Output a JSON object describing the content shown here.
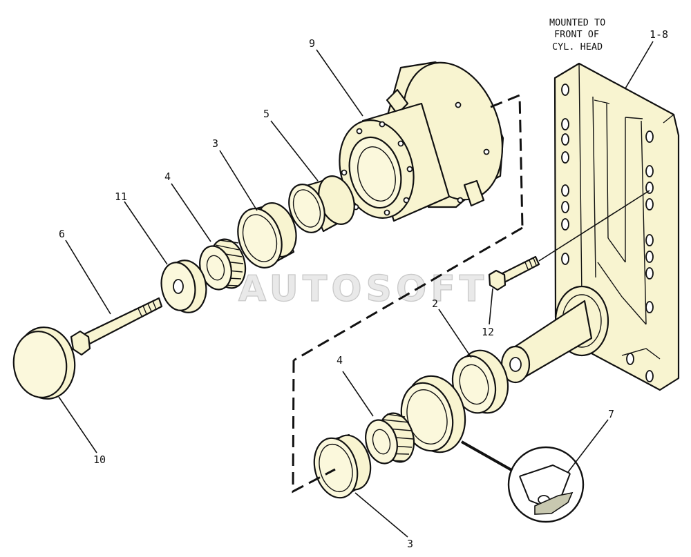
{
  "diagram": {
    "note_lines": [
      "MOUNTED TO",
      "FRONT OF",
      "CYL. HEAD"
    ],
    "watermark": "AUTOSOFT",
    "callouts": {
      "c9": "9",
      "c1_8": "1-8",
      "c5": "5",
      "c3_top": "3",
      "c4_top": "4",
      "c11": "11",
      "c6": "6",
      "c2": "2",
      "c12": "12",
      "c4_bottom": "4",
      "c7": "7",
      "c10": "10",
      "c3_bottom": "3"
    },
    "colors": {
      "part_fill": "#f8f4d0",
      "line": "#111111",
      "seal_fill": "#c8c8b0"
    }
  }
}
